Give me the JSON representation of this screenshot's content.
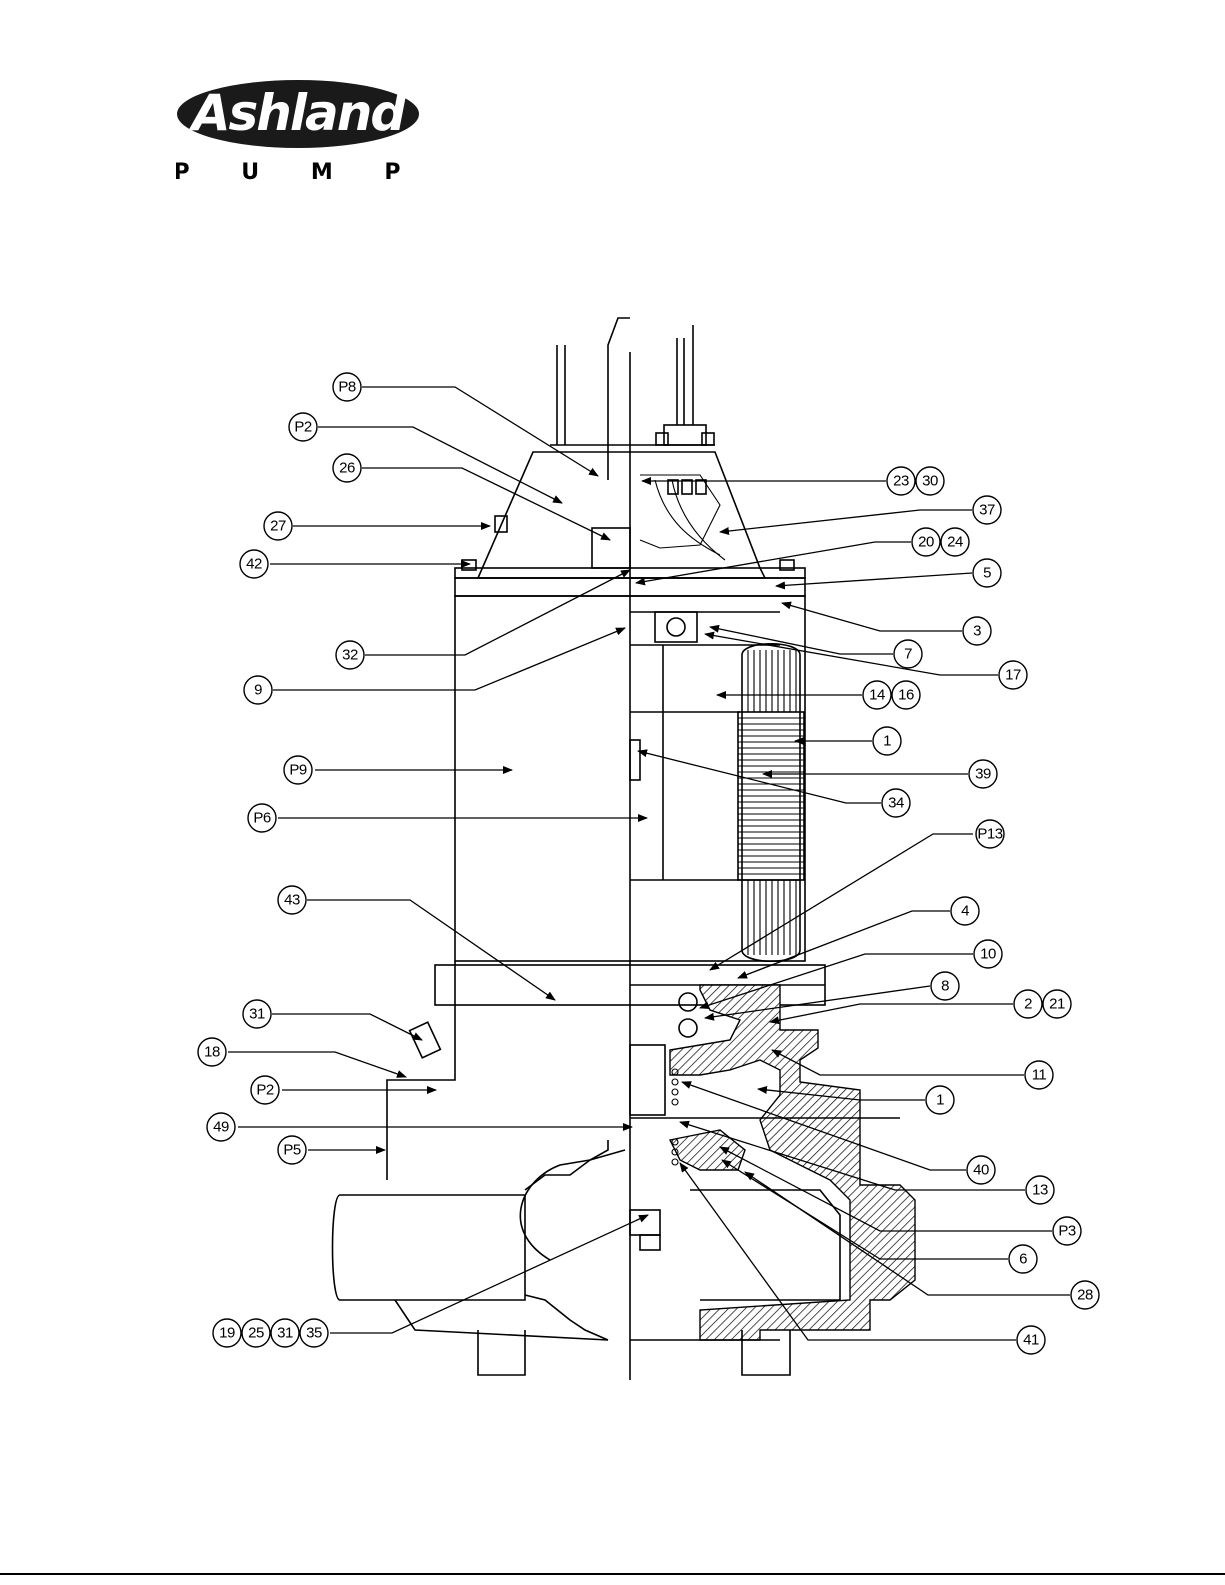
{
  "logo": {
    "brand": "Ashland",
    "subtitle": "P U M P"
  },
  "colors": {
    "ink": "#000000",
    "paper": "#ffffff"
  },
  "callouts": [
    {
      "id": "c-p8",
      "labels": [
        "P8"
      ]
    },
    {
      "id": "c-p2a",
      "labels": [
        "P2"
      ]
    },
    {
      "id": "c-26",
      "labels": [
        "26"
      ]
    },
    {
      "id": "c-27",
      "labels": [
        "27"
      ]
    },
    {
      "id": "c-42",
      "labels": [
        "42"
      ]
    },
    {
      "id": "c-32",
      "labels": [
        "32"
      ]
    },
    {
      "id": "c-9",
      "labels": [
        "9"
      ]
    },
    {
      "id": "c-p9",
      "labels": [
        "P9"
      ]
    },
    {
      "id": "c-p6",
      "labels": [
        "P6"
      ]
    },
    {
      "id": "c-43",
      "labels": [
        "43"
      ]
    },
    {
      "id": "c-31",
      "labels": [
        "31"
      ]
    },
    {
      "id": "c-18",
      "labels": [
        "18"
      ]
    },
    {
      "id": "c-p2b",
      "labels": [
        "P2"
      ]
    },
    {
      "id": "c-49",
      "labels": [
        "49"
      ]
    },
    {
      "id": "c-p5",
      "labels": [
        "P5"
      ]
    },
    {
      "id": "c-19",
      "labels": [
        "19",
        "25",
        "31",
        "35"
      ]
    },
    {
      "id": "c-23",
      "labels": [
        "23",
        "30"
      ]
    },
    {
      "id": "c-37",
      "labels": [
        "37"
      ]
    },
    {
      "id": "c-20",
      "labels": [
        "20",
        "24"
      ]
    },
    {
      "id": "c-5",
      "labels": [
        "5"
      ]
    },
    {
      "id": "c-3",
      "labels": [
        "3"
      ]
    },
    {
      "id": "c-7",
      "labels": [
        "7"
      ]
    },
    {
      "id": "c-17",
      "labels": [
        "17"
      ]
    },
    {
      "id": "c-14",
      "labels": [
        "14",
        "16"
      ]
    },
    {
      "id": "c-1a",
      "labels": [
        "1"
      ]
    },
    {
      "id": "c-39",
      "labels": [
        "39"
      ]
    },
    {
      "id": "c-34",
      "labels": [
        "34"
      ]
    },
    {
      "id": "c-p13",
      "labels": [
        "P13"
      ]
    },
    {
      "id": "c-4",
      "labels": [
        "4"
      ]
    },
    {
      "id": "c-10",
      "labels": [
        "10"
      ]
    },
    {
      "id": "c-8",
      "labels": [
        "8"
      ]
    },
    {
      "id": "c-2",
      "labels": [
        "2",
        "21"
      ]
    },
    {
      "id": "c-11",
      "labels": [
        "11"
      ]
    },
    {
      "id": "c-1b",
      "labels": [
        "1"
      ]
    },
    {
      "id": "c-40",
      "labels": [
        "40"
      ]
    },
    {
      "id": "c-13",
      "labels": [
        "13"
      ]
    },
    {
      "id": "c-p3",
      "labels": [
        "P3"
      ]
    },
    {
      "id": "c-6",
      "labels": [
        "6"
      ]
    },
    {
      "id": "c-28",
      "labels": [
        "28"
      ]
    },
    {
      "id": "c-41",
      "labels": [
        "41"
      ]
    }
  ]
}
